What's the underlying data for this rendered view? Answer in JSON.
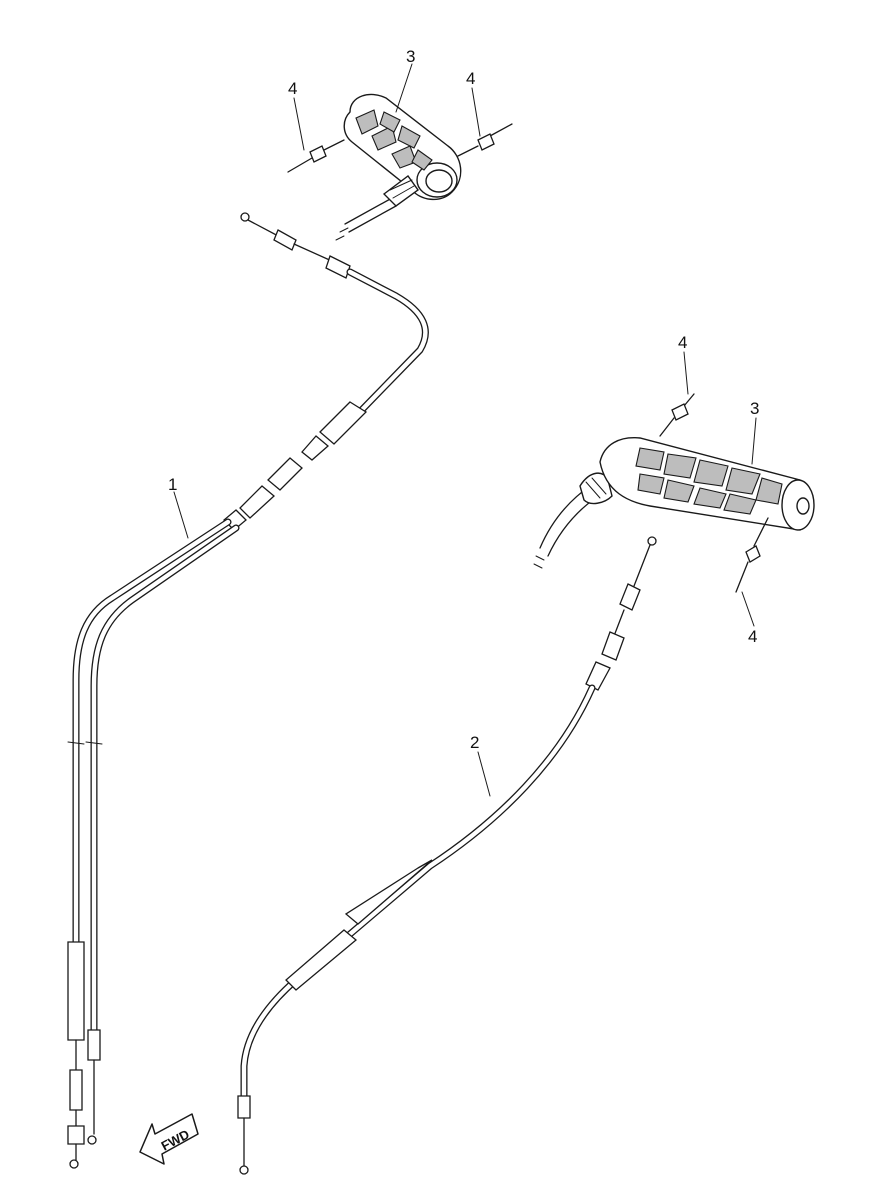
{
  "callouts": [
    {
      "id": "c1",
      "label": "1"
    },
    {
      "id": "c2",
      "label": "2"
    },
    {
      "id": "c3a",
      "label": "3"
    },
    {
      "id": "c3b",
      "label": "3"
    },
    {
      "id": "c4a",
      "label": "4"
    },
    {
      "id": "c4b",
      "label": "4"
    },
    {
      "id": "c4c",
      "label": "4"
    },
    {
      "id": "c4d",
      "label": "4"
    }
  ],
  "direction_marker": {
    "label": "FWD",
    "icon": "fwd-arrow-icon"
  },
  "parts": {
    "throttle_cable_pair": "1",
    "single_cable": "2",
    "grip": "3",
    "grip_pin": "4"
  }
}
